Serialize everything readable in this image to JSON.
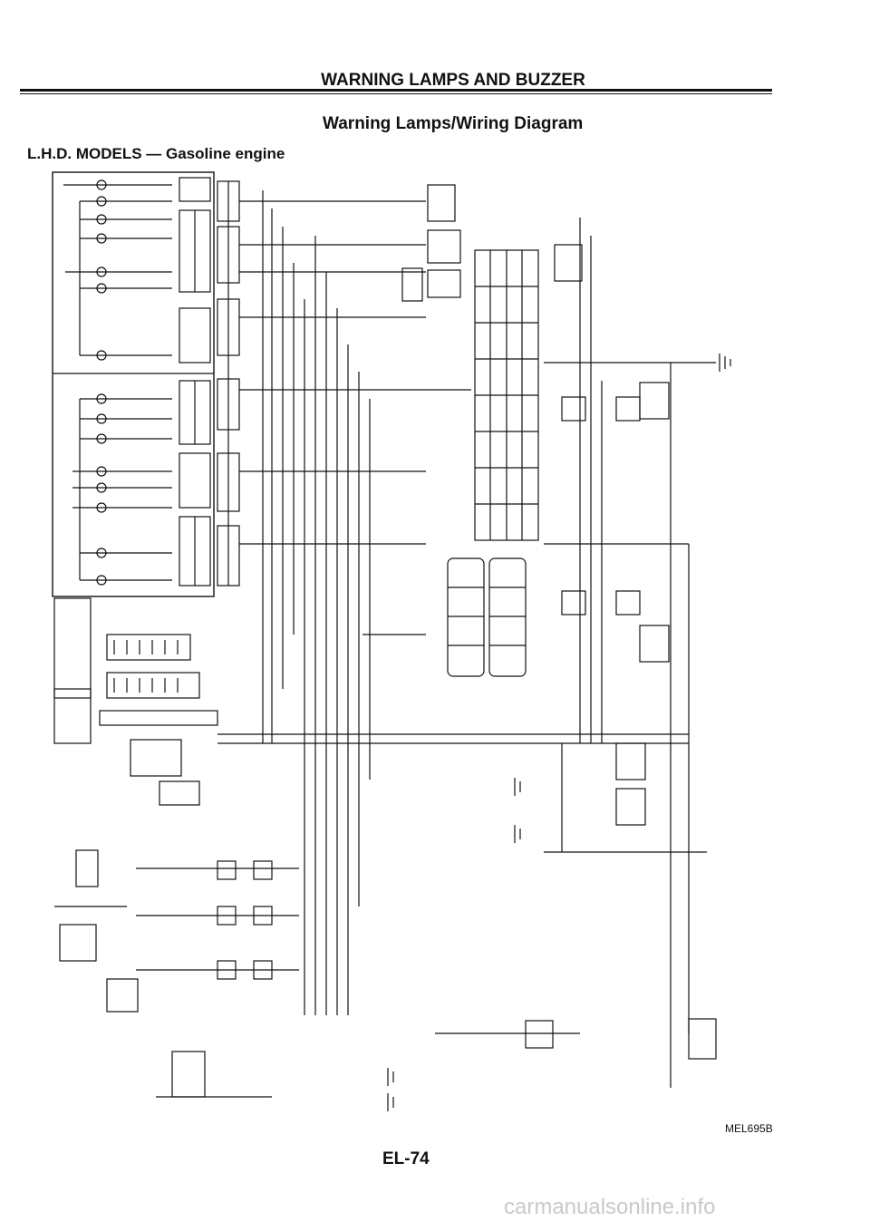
{
  "page": {
    "header": "WARNING LAMPS AND BUZZER",
    "subtitle": "Warning Lamps/Wiring Diagram",
    "models": "L.H.D. MODELS — Gasoline engine",
    "figure_code": "MEL695B",
    "page_number": "EL-74",
    "watermark": "carmanualsonline.info"
  }
}
